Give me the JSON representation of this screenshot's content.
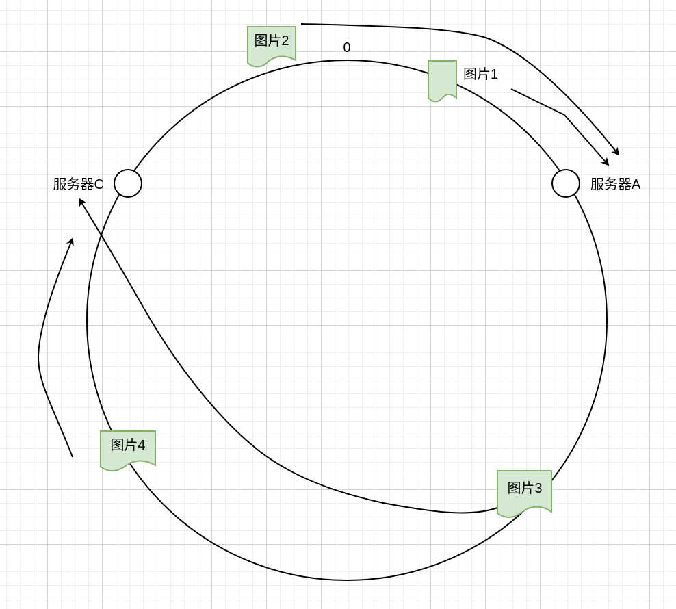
{
  "ring": {
    "zero_label": "0"
  },
  "servers": {
    "a": {
      "label": "服务器A"
    },
    "c": {
      "label": "服务器C"
    }
  },
  "images": {
    "img1": {
      "label": "图片1"
    },
    "img2": {
      "label": "图片2"
    },
    "img3": {
      "label": "图片3"
    },
    "img4": {
      "label": "图片4"
    }
  },
  "colors": {
    "doc_fill": "#d5e8d4",
    "doc_stroke": "#82b366",
    "line": "#000000"
  }
}
